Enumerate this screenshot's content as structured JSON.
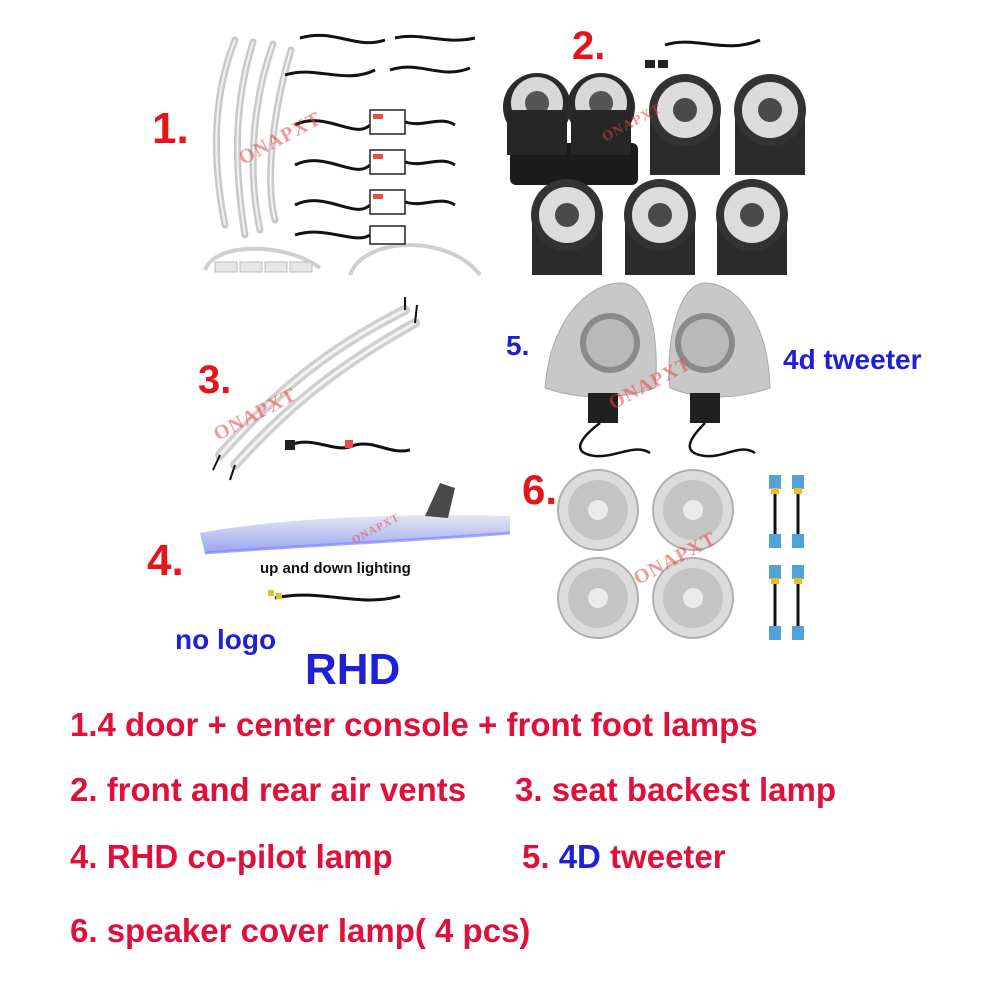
{
  "labels": {
    "n1": "1.",
    "n2": "2.",
    "n3": "3.",
    "n4": "4.",
    "n5": "5.",
    "n6": "6.",
    "tweeter": "4d tweeter",
    "up_down": "up and down lighting",
    "no_logo": "no logo",
    "rhd": "RHD"
  },
  "watermark": "ONAPXT",
  "captions": {
    "c1": "1.4 door + center console + front foot lamps",
    "c2a": "2. front and rear air vents",
    "c2b": "3. seat backest lamp",
    "c3a": "4. RHD co-pilot  lamp",
    "c3b_prefix": "5. ",
    "c3b_blue": "4D",
    "c3b_suffix": " tweeter",
    "c4": "6. speaker cover lamp( 4 pcs)"
  },
  "colors": {
    "red": "#e8141c",
    "blue": "#1f1fd6",
    "caption_red": "#e0103a"
  }
}
